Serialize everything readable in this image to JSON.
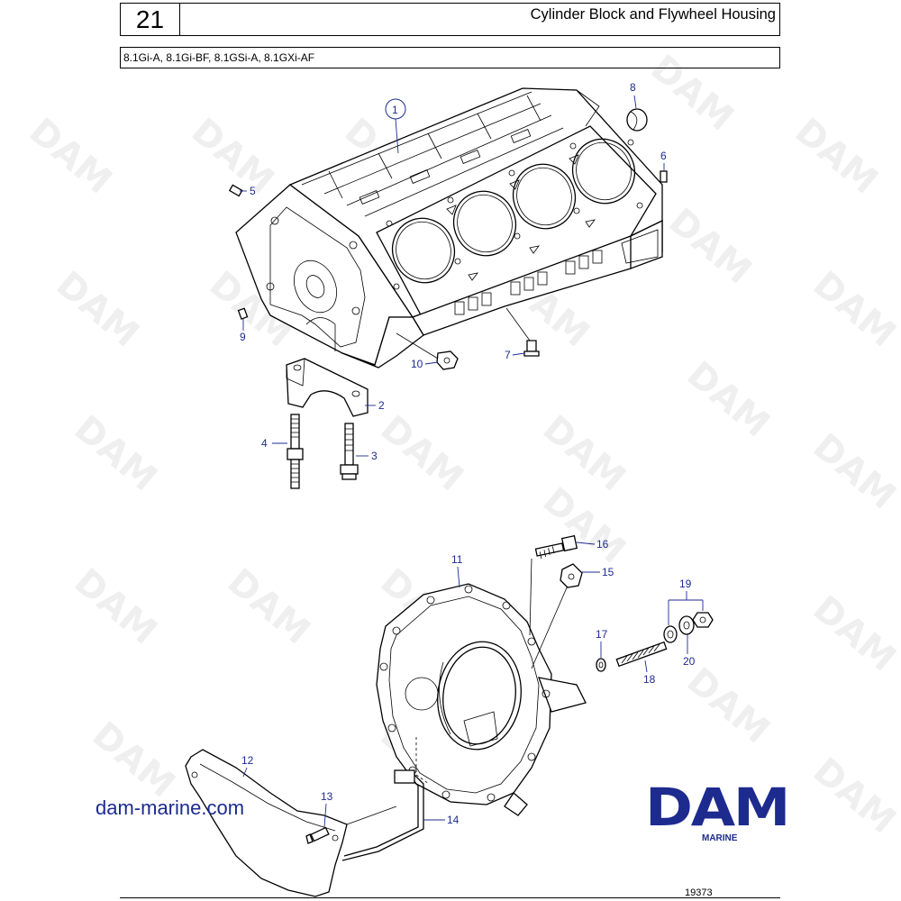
{
  "header": {
    "page_number": "21",
    "title": "Cylinder Block and Flywheel Housing",
    "models": "8.1Gi-A, 8.1Gi-BF, 8.1GSi-A, 8.1GXi-AF"
  },
  "callouts": [
    "1",
    "2",
    "3",
    "4",
    "5",
    "6",
    "7",
    "8",
    "9",
    "10",
    "11",
    "12",
    "13",
    "14",
    "15",
    "16",
    "17",
    "18",
    "19",
    "20"
  ],
  "footer": {
    "website": "dam-marine.com",
    "brand": "DAM",
    "brand_sub": "MARINE",
    "figure_number": "19373",
    "watermark": "DAM"
  },
  "colors": {
    "callout_blue": "#1d2b8f",
    "brand_blue": "#1d2b8f",
    "line": "#000000"
  }
}
